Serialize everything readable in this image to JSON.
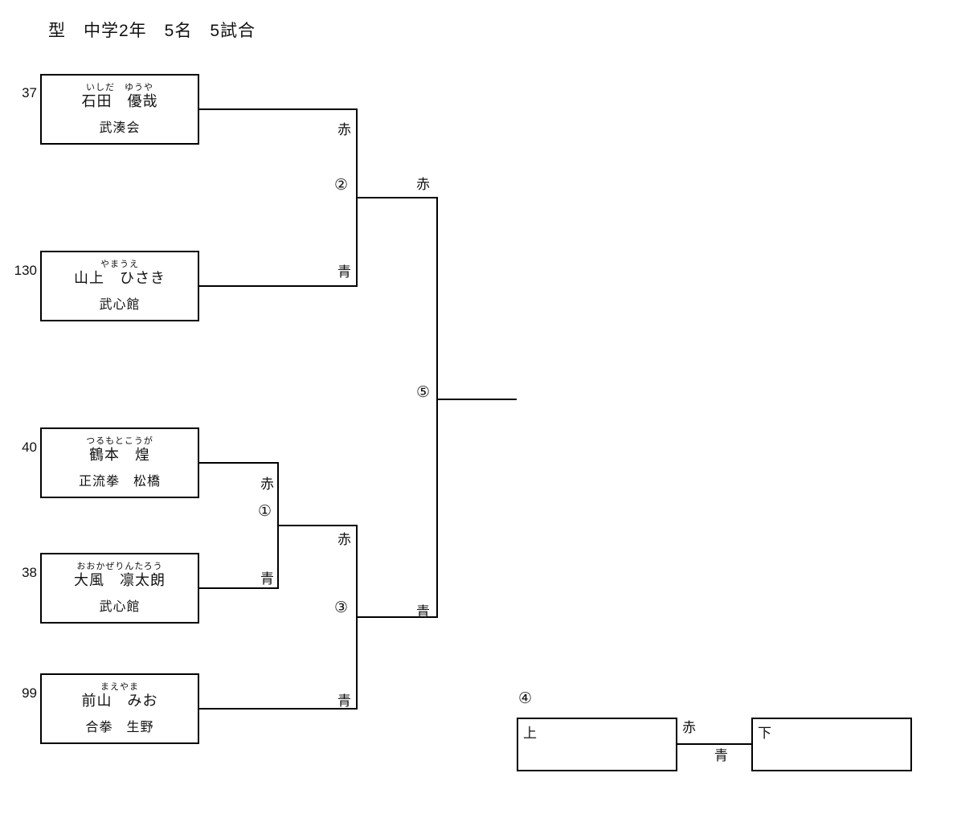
{
  "title": "型　中学2年　5名　5試合",
  "players": [
    {
      "seed": "37",
      "furigana": "いしだ　ゆうや",
      "name": "石田　優哉",
      "club": "武湊会"
    },
    {
      "seed": "130",
      "furigana": "やまうえ",
      "name": "山上　ひさき",
      "club": "武心館"
    },
    {
      "seed": "40",
      "furigana": "つるもとこうが",
      "name": "鶴本　煌",
      "club": "正流拳　松橋"
    },
    {
      "seed": "38",
      "furigana": "おおかぜりんたろう",
      "name": "大風　凛太朗",
      "club": "武心館"
    },
    {
      "seed": "99",
      "furigana": "まえやま",
      "name": "前山　みお",
      "club": "合拳　生野"
    }
  ],
  "matches": {
    "m1": {
      "number": "①",
      "top_color": "赤",
      "bottom_color": "青"
    },
    "m2": {
      "number": "②",
      "top_color": "赤",
      "bottom_color": "青"
    },
    "m3": {
      "number": "③",
      "top_color": "赤",
      "bottom_color": "青"
    },
    "m4": {
      "number": "④",
      "left_color": "赤",
      "right_color": "青",
      "left_box_label": "上",
      "right_box_label": "下"
    },
    "m5": {
      "number": "⑤",
      "top_color": "赤",
      "bottom_color": "青"
    }
  },
  "colors": {
    "line": "#000000",
    "text": "#111111",
    "background": "#ffffff"
  }
}
